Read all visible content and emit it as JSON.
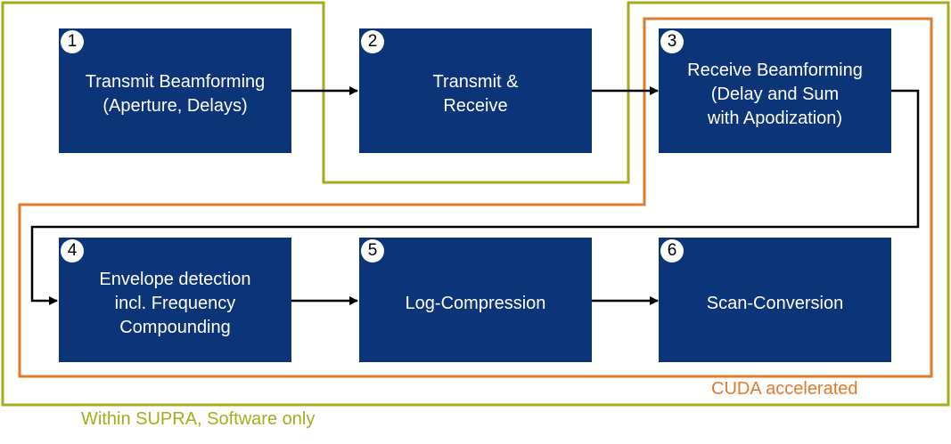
{
  "steps": [
    {
      "number": "1",
      "label": "Transmit Beamforming\n(Aperture, Delays)"
    },
    {
      "number": "2",
      "label": "Transmit &\nReceive"
    },
    {
      "number": "3",
      "label": "Receive Beamforming\n(Delay and Sum\nwith Apodization)"
    },
    {
      "number": "4",
      "label": "Envelope detection\nincl. Frequency\nCompounding"
    },
    {
      "number": "5",
      "label": "Log-Compression"
    },
    {
      "number": "6",
      "label": "Scan-Conversion"
    }
  ],
  "legend": {
    "cuda": "CUDA accelerated",
    "supra": "Within SUPRA, Software only"
  },
  "colors": {
    "box": "#0b3578",
    "cuda_border": "#e07a2c",
    "supra_border": "#a5ad1b",
    "arrow": "#000000"
  }
}
